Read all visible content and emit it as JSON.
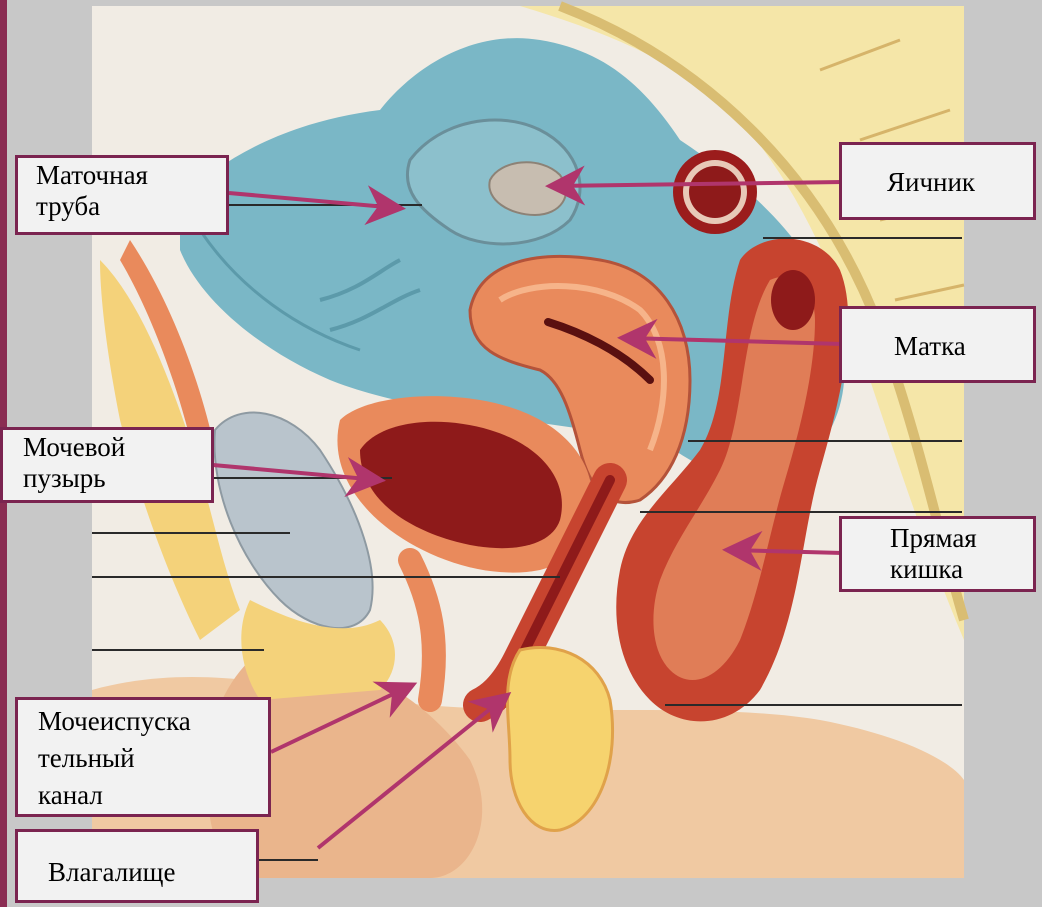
{
  "colors": {
    "background": "#c8c8c8",
    "frame": "#7b2450",
    "arrow": "#b0356c",
    "label_fill": "#f2f2f2"
  },
  "labels": {
    "fallopian_tube": "Маточная\nтруба",
    "ovary": "Яичник",
    "uterus": "Матка",
    "bladder": "Мочевой\nпузырь",
    "rectum": "Прямая\nкишка",
    "urethra": "Мочеиспуска\nтельный\nканал",
    "vagina": "Влагалище"
  }
}
